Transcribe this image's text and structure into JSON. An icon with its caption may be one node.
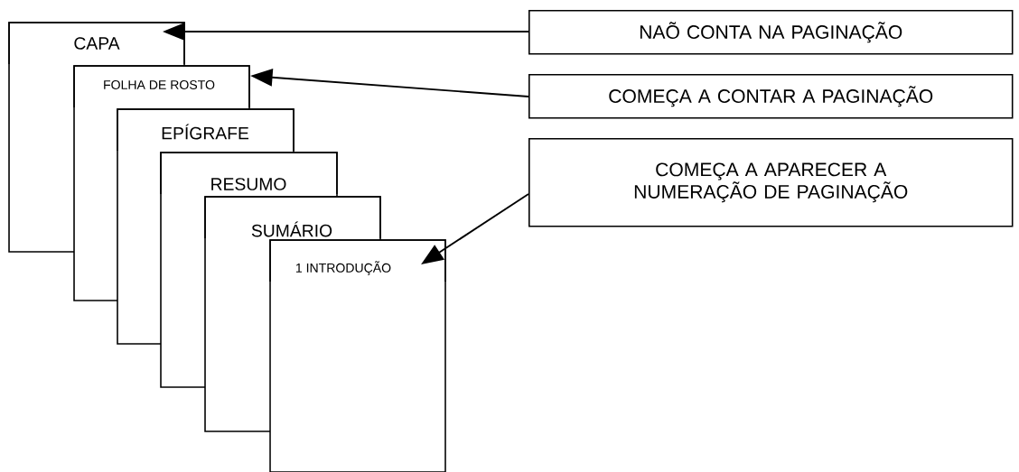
{
  "diagram": {
    "nodes": [
      {
        "text": [
          "CAPA"
        ]
      },
      {
        "text": [
          "FOLHA DE ROSTO"
        ]
      },
      {
        "text": [
          "EPÍGRAFE"
        ]
      },
      {
        "text": [
          "RESUMO"
        ]
      },
      {
        "text": [
          "SUMÁRIO"
        ]
      },
      {
        "text": [
          "1 INTRODUÇÃO"
        ]
      },
      {
        "text": [
          "NAÕ CONTA NA PAGINAÇÃO"
        ]
      },
      {
        "text": [
          "COMEÇA A CONTAR A PAGINAÇÃO"
        ]
      },
      {
        "text": [
          "COMEÇA A APARECER A NUMERAÇÃO DE PAGINAÇÃO"
        ]
      }
    ],
    "edges": [
      {
        "from": 6,
        "to": 0,
        "arrow": "to"
      },
      {
        "from": 7,
        "to": 1,
        "arrow": "to"
      },
      {
        "from": 8,
        "to": 5,
        "arrow": "to"
      }
    ]
  }
}
